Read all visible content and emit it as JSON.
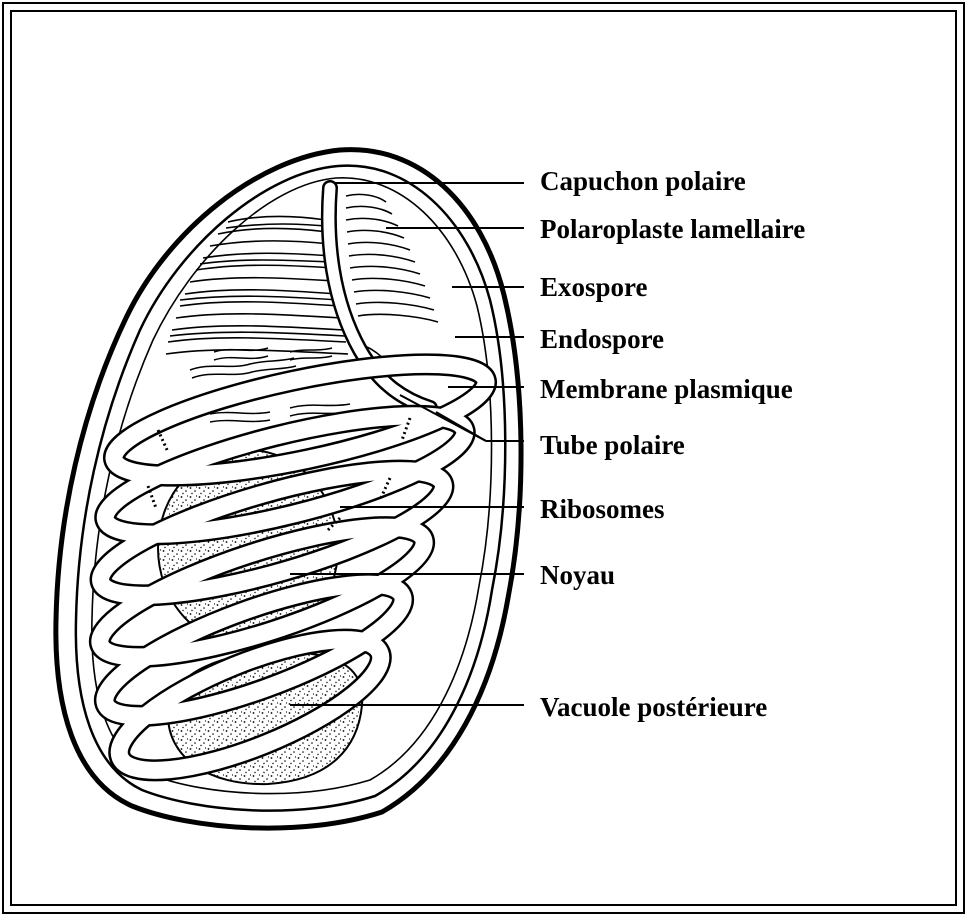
{
  "labels": [
    {
      "id": "capuchon",
      "text": "Capuchon polaire"
    },
    {
      "id": "polaroplaste",
      "text": "Polaroplaste lamellaire"
    },
    {
      "id": "exospore",
      "text": "Exospore"
    },
    {
      "id": "endospore",
      "text": "Endospore"
    },
    {
      "id": "membrane",
      "text": "Membrane plasmique"
    },
    {
      "id": "tube",
      "text": "Tube polaire"
    },
    {
      "id": "ribosomes",
      "text": "Ribosomes"
    },
    {
      "id": "noyau",
      "text": "Noyau"
    },
    {
      "id": "vacuole",
      "text": "Vacuole postérieure"
    }
  ],
  "colors": {
    "ink": "#000000",
    "paper": "#ffffff"
  }
}
